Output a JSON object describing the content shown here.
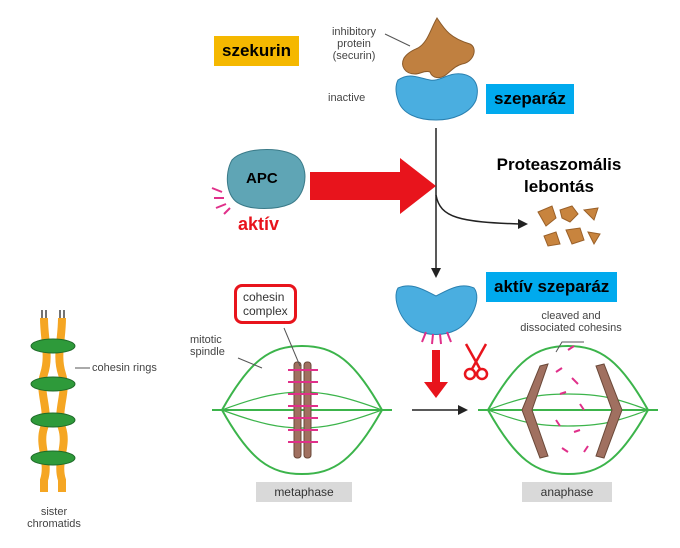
{
  "labels": {
    "securin_hu": "szekurin",
    "separase_hu": "szeparáz",
    "inhibitory_protein": [
      "inhibitory",
      "protein",
      "(securin)"
    ],
    "inactive": "inactive",
    "apc": "APC",
    "active_hu": "aktív",
    "proteasomal": [
      "Proteaszomális",
      "lebontás"
    ],
    "active_separase_hu": "aktív szeparáz",
    "cohesin_complex": [
      "cohesin",
      "complex"
    ],
    "mitotic_spindle": [
      "mitotic",
      "spindle"
    ],
    "cleaved_cohesins": [
      "cleaved and",
      "dissociated cohesins"
    ],
    "cohesin_rings": "cohesin rings",
    "sister_chromatids": [
      "sister",
      "chromatids"
    ],
    "metaphase": "metaphase",
    "anaphase": "anaphase"
  },
  "colors": {
    "securin": "#b5783a",
    "separase": "#4aa8dc",
    "apc": "#5aa0b0",
    "red": "#e8141c",
    "spindle": "#3cb44b",
    "chromatid": "#a0705a",
    "cohesin": "#e0308a",
    "chromatid_orange": "#f5a623",
    "ring_green": "#2e9a3a"
  },
  "icons": [
    "scissors-icon"
  ]
}
